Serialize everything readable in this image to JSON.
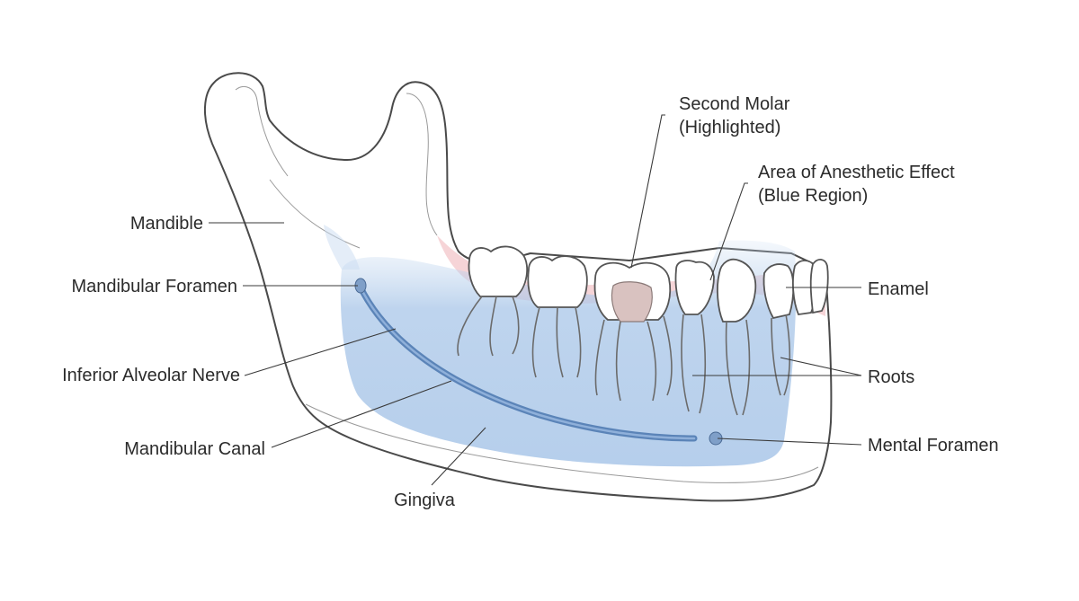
{
  "labels": {
    "mandible": "Mandible",
    "mandibular_foramen": "Mandibular Foramen",
    "inferior_alveolar_nerve": "Inferior Alveolar Nerve",
    "mandibular_canal": "Mandibular Canal",
    "gingiva": "Gingiva",
    "second_molar_line1": "Second Molar",
    "second_molar_line2": "(Highlighted)",
    "anesthetic_line1": "Area of Anesthetic Effect",
    "anesthetic_line2": "(Blue Region)",
    "enamel": "Enamel",
    "roots": "Roots",
    "mental_foramen": "Mental Foramen"
  },
  "colors": {
    "anesthetic_region": "#a9c6e8",
    "nerve": "#5b84b8",
    "gingiva": "#f3c6c9",
    "bone_outline": "#4a4a4a",
    "pulp": "#d9c2c0"
  }
}
